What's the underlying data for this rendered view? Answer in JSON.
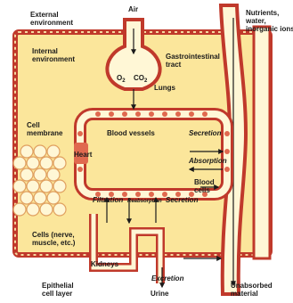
{
  "labels": {
    "external_environment_1": "External",
    "external_environment_2": "environment",
    "internal_environment_1": "Internal",
    "internal_environment_2": "environment",
    "air": "Air",
    "o2": "O",
    "o2_sub": "2",
    "co2": "CO",
    "co2_sub": "2",
    "lungs": "Lungs",
    "nutrients_1": "Nutrients,",
    "nutrients_2": "water,",
    "nutrients_3": "inorganic ions",
    "gi_tract_1": "Gastrointestinal",
    "gi_tract_2": "tract",
    "cell_membrane_1": "Cell",
    "cell_membrane_2": "membrane",
    "blood_vessels": "Blood vessels",
    "heart": "Heart",
    "secretion_top": "Secretion",
    "absorption": "Absorption",
    "blood_cells_1": "Blood",
    "blood_cells_2": "cells",
    "filtration": "Filtration",
    "reabsorption": "Reabsorption",
    "secretion_bottom": "Secretion",
    "cells_1": "Cells (nerve,",
    "cells_2": "muscle, etc.)",
    "kidneys": "Kidneys",
    "excretion": "Excretion",
    "epithelial_1": "Epithelial",
    "epithelial_2": "cell layer",
    "urine": "Urine",
    "unabsorbed_1": "Unabsorbed",
    "unabsorbed_2": "material"
  },
  "colors": {
    "internal_fill": "#fbe69b",
    "outline": "#c0392b",
    "tube_fill": "#fff7d6",
    "blood_cell": "#e0694f",
    "text": "#1a1a1a"
  }
}
